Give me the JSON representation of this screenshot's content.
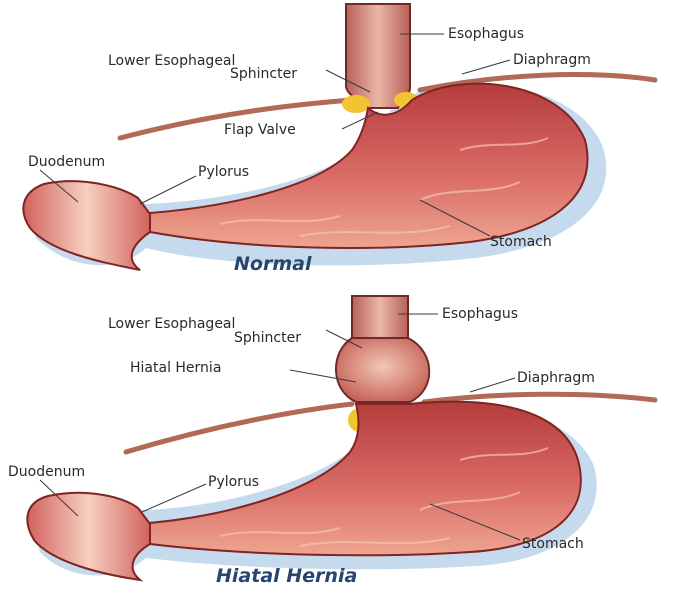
{
  "normal": {
    "caption": "Normal",
    "labels": {
      "esophagus": "Esophagus",
      "les_line1": "Lower Esophageal",
      "les_line2": "Sphincter",
      "diaphragm": "Diaphragm",
      "flap_valve": "Flap Valve",
      "duodenum": "Duodenum",
      "pylorus": "Pylorus",
      "stomach": "Stomach"
    }
  },
  "hernia": {
    "caption": "Hiatal Hernia",
    "labels": {
      "esophagus": "Esophagus",
      "les_line1": "Lower Esophageal",
      "les_line2": "Sphincter",
      "hiatal_hernia": "Hiatal Hernia",
      "diaphragm": "Diaphragm",
      "duodenum": "Duodenum",
      "pylorus": "Pylorus",
      "stomach": "Stomach"
    }
  },
  "colors": {
    "tissue": "#c9504f",
    "tissue_dark": "#8e2a2a",
    "tissue_light": "#f0b8a0",
    "shadow": "#bcd3ea",
    "fat": "#f2c430",
    "diaphragm": "#b06a56",
    "caption": "#26466e"
  }
}
